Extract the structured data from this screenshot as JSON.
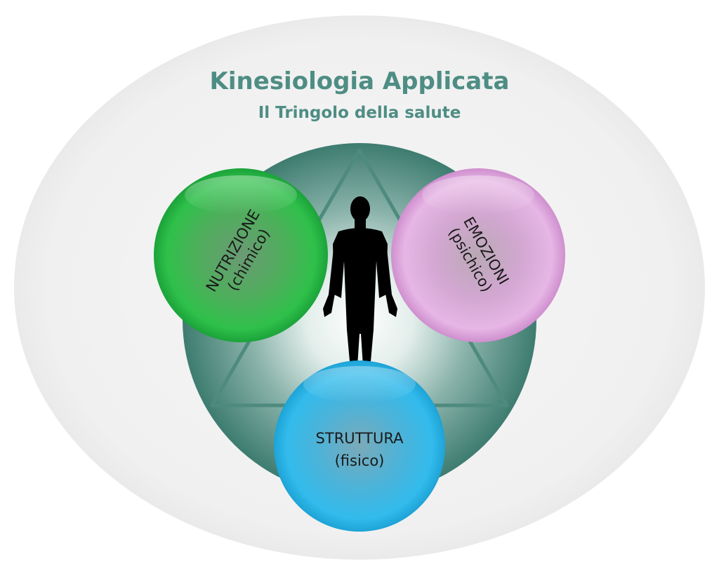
{
  "header": {
    "title": "Kinesiologia Applicata",
    "subtitle": "Il Tringolo della salute"
  },
  "nodes": {
    "nutrition": {
      "label": "NUTRIZIONE",
      "sublabel": "(chimico)",
      "color": "#2ec44a"
    },
    "emotions": {
      "label": "EMOZIONI",
      "sublabel": "(psichico)",
      "color": "#d99ad8"
    },
    "structure": {
      "label": "STRUTTURA",
      "sublabel": "(fisico)",
      "color": "#2fb4e4"
    }
  },
  "colors": {
    "background_oval": "#f1f1f1",
    "central_sphere": "#4f8c80",
    "triangle": "#4e8a7e",
    "human_figure": "#000000",
    "title_text": "#4e8d84"
  },
  "icons": {
    "center": "human-silhouette-icon"
  }
}
